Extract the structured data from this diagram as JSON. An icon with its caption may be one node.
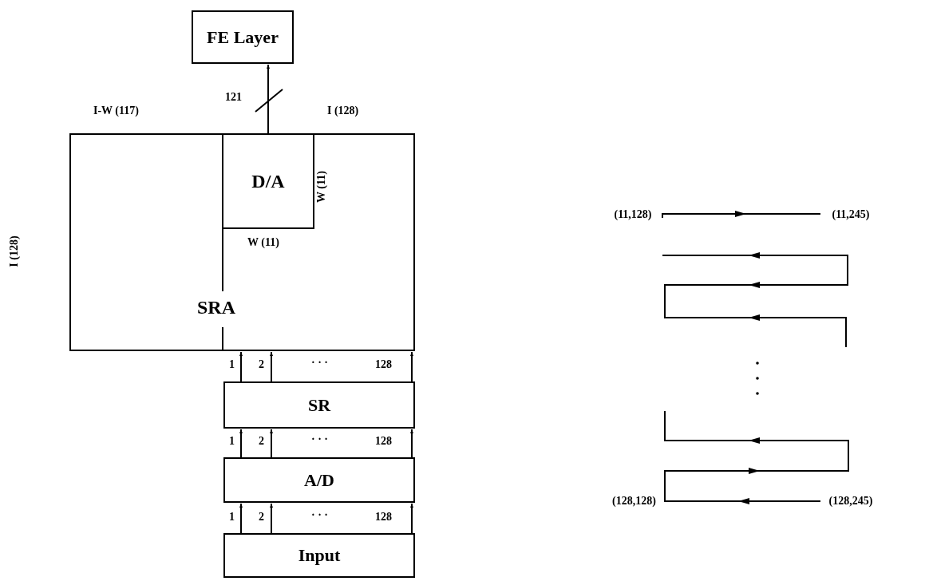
{
  "diagram": {
    "nodes": [
      {
        "text": [
          "FE Layer"
        ]
      },
      {
        "text": [
          "SRA"
        ]
      },
      {
        "text": [
          "D/A"
        ],
        "in": 1
      },
      {
        "text": [
          "SR"
        ]
      },
      {
        "text": [
          "A/D"
        ]
      },
      {
        "text": [
          "Input"
        ]
      },
      {
        "text": [
          "(11,128)"
        ]
      },
      {
        "text": [
          "(11,245)"
        ]
      },
      {
        "text": [
          "(128,128)"
        ]
      },
      {
        "text": [
          "(128,245)"
        ]
      }
    ],
    "edges": [
      {
        "from": 2,
        "to": 0,
        "arrow": "to",
        "label": "121"
      },
      {
        "from": 3,
        "to": 1,
        "arrow": "to",
        "label": "1"
      },
      {
        "from": 3,
        "to": 1,
        "arrow": "to",
        "label": "2"
      },
      {
        "from": 3,
        "to": 1,
        "arrow": "to",
        "label": "128"
      },
      {
        "from": 4,
        "to": 3,
        "arrow": "to",
        "label": "1"
      },
      {
        "from": 4,
        "to": 3,
        "arrow": "to",
        "label": "2"
      },
      {
        "from": 4,
        "to": 3,
        "arrow": "to",
        "label": "128"
      },
      {
        "from": 5,
        "to": 4,
        "arrow": "to",
        "label": "1"
      },
      {
        "from": 5,
        "to": 4,
        "arrow": "to",
        "label": "2"
      },
      {
        "from": 5,
        "to": 4,
        "arrow": "to",
        "label": "128"
      },
      {
        "from": 6,
        "to": 7,
        "arrow": "to"
      },
      {
        "from": 9,
        "to": 8,
        "arrow": "to"
      }
    ],
    "labels": [
      "I-W (117)",
      "I (128)",
      "I (128)",
      "W (11)",
      "W (11)",
      "· · ·",
      "· · ·",
      "· · ·"
    ]
  }
}
